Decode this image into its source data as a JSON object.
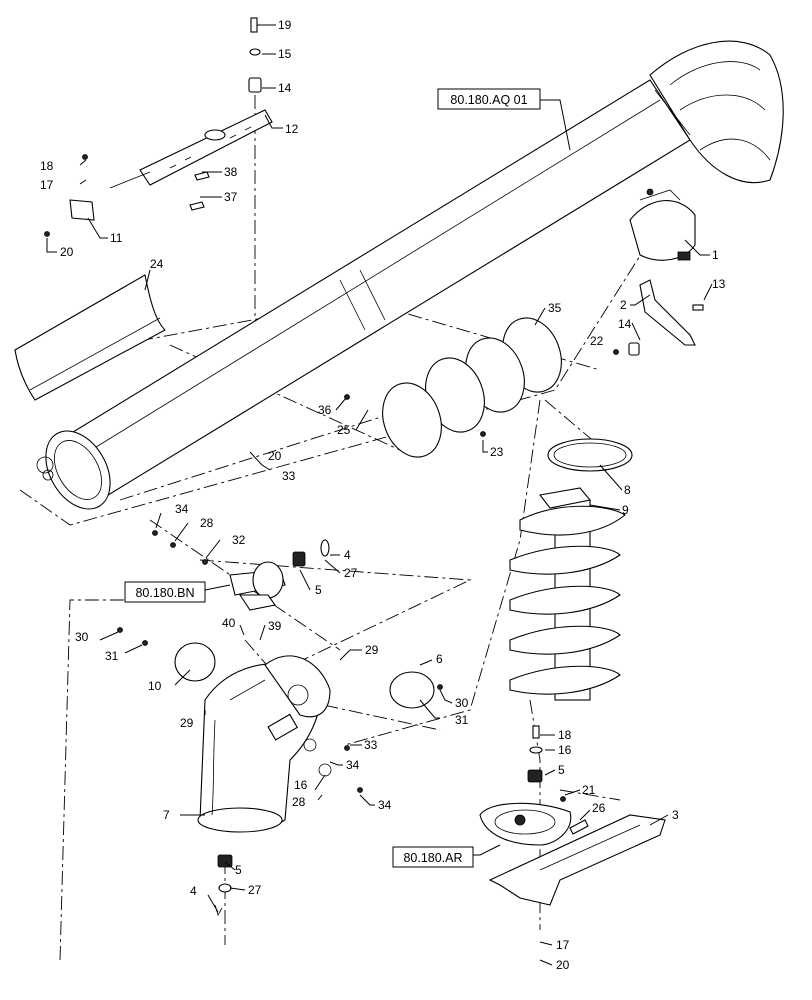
{
  "diagram": {
    "references": [
      {
        "id": "ref-aq01",
        "text": "80.180.AQ 01"
      },
      {
        "id": "ref-bn",
        "text": "80.180.BN"
      },
      {
        "id": "ref-ar",
        "text": "80.180.AR"
      }
    ],
    "callouts": [
      "19",
      "15",
      "14",
      "12",
      "18",
      "17",
      "38",
      "37",
      "11",
      "20",
      "24",
      "1",
      "2",
      "13",
      "14",
      "22",
      "35",
      "36",
      "25",
      "23",
      "20",
      "33",
      "8",
      "9",
      "34",
      "28",
      "32",
      "4",
      "27",
      "5",
      "30",
      "40",
      "39",
      "31",
      "10",
      "29",
      "29",
      "6",
      "30",
      "31",
      "16",
      "33",
      "34",
      "28",
      "34",
      "7",
      "18",
      "16",
      "5",
      "21",
      "26",
      "3",
      "5",
      "27",
      "4",
      "17",
      "20"
    ]
  }
}
